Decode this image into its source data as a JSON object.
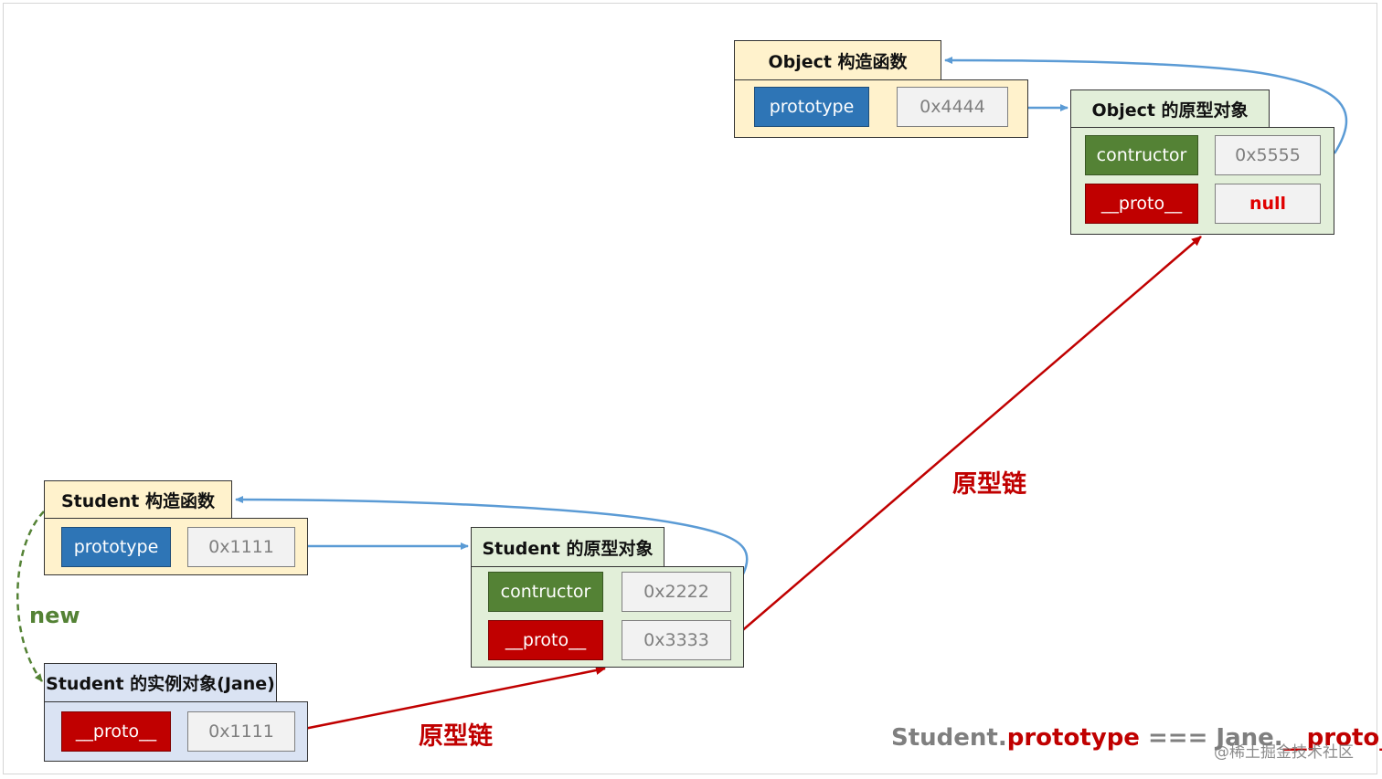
{
  "colors": {
    "yellow_bg": "#fff2cc",
    "green_bg": "#e2efd9",
    "blue_bg": "#dae3f3",
    "prototype_cell": "#2e75b6",
    "contructor_cell": "#548235",
    "proto_cell": "#c00000",
    "value_cell": "#f2f2f2",
    "reference_arrow": "#5b9bd5",
    "chain_arrow": "#c00000",
    "new_arrow": "#548235"
  },
  "object_ctor": {
    "title": "Object 构造函数",
    "prototype_label": "prototype",
    "prototype_value": "0x4444"
  },
  "object_proto": {
    "title": "Object 的原型对象",
    "constructor_label": "contructor",
    "constructor_value": "0x5555",
    "proto_label": "__proto__",
    "proto_value": "null"
  },
  "student_ctor": {
    "title": "Student 构造函数",
    "prototype_label": "prototype",
    "prototype_value": "0x1111"
  },
  "student_proto": {
    "title": "Student 的原型对象",
    "constructor_label": "contructor",
    "constructor_value": "0x2222",
    "proto_label": "__proto__",
    "proto_value": "0x3333"
  },
  "instance": {
    "title": "Student 的实例对象(Jane)",
    "proto_label": "__proto__",
    "proto_value": "0x1111"
  },
  "labels": {
    "new": "new",
    "chain_upper": "原型链",
    "chain_lower": "原型链"
  },
  "equation": {
    "part1": "Student.",
    "part2": "prototype",
    "part3": " === Jane.",
    "part4": "__proto__"
  },
  "watermark": "@稀土掘金技术社区"
}
